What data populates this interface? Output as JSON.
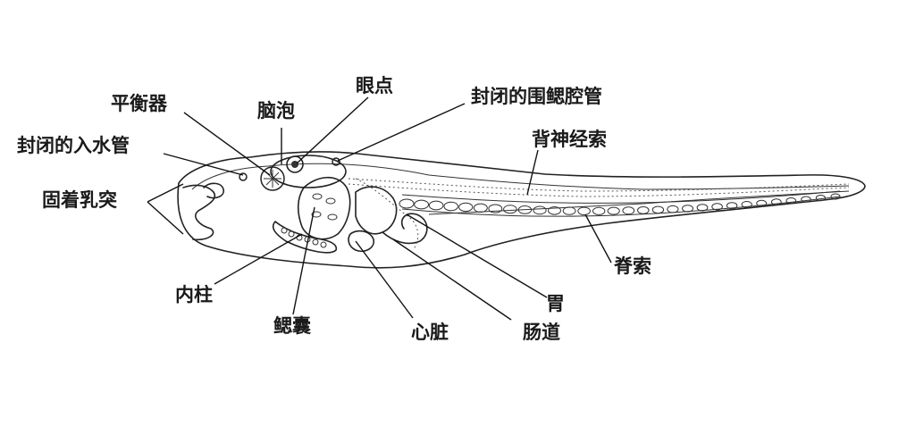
{
  "labels": {
    "balancer": "平衡器",
    "brain_vesicle": "脑泡",
    "eyespot": "眼点",
    "atrial_siphon": "封闭的围鳃腔管",
    "oral_siphon": "封闭的入水管",
    "dorsal_nerve_cord": "背神经索",
    "adhesive_papillae": "固着乳突",
    "notochord": "脊索",
    "endostyle": "内柱",
    "pharynx": "鳃囊",
    "heart": "心脏",
    "intestine": "肠道",
    "stomach": "胃"
  }
}
